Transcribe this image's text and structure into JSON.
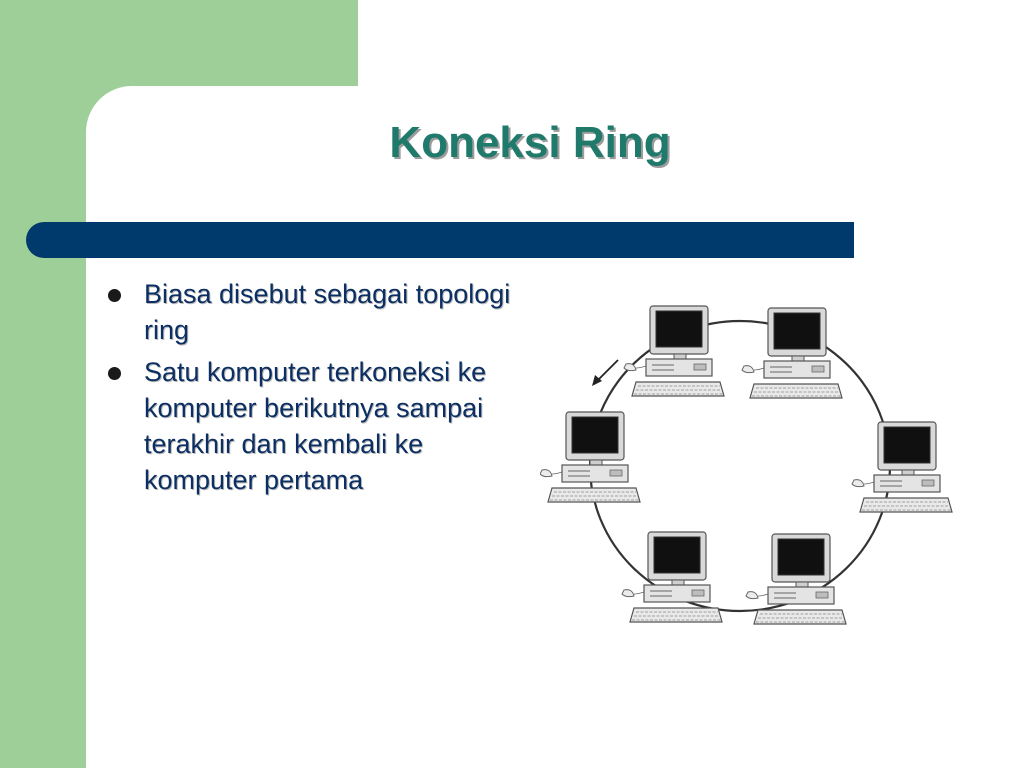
{
  "slide": {
    "title": "Koneksi Ring",
    "bullets": [
      {
        "text": "Biasa disebut sebagai topologi ring"
      },
      {
        "text": "Satu komputer terkoneksi ke komputer berikutnya sampai terakhir dan kembali ke komputer pertama"
      }
    ]
  },
  "colors": {
    "side_panel": "#9ecf98",
    "title": "#1f7a6c",
    "rule_bar": "#003a6c",
    "bullet_text": "#0c2f63"
  },
  "diagram": {
    "topology": "ring",
    "computer_count": 6,
    "icons": [
      "computer-icon",
      "arrow-icon"
    ]
  }
}
